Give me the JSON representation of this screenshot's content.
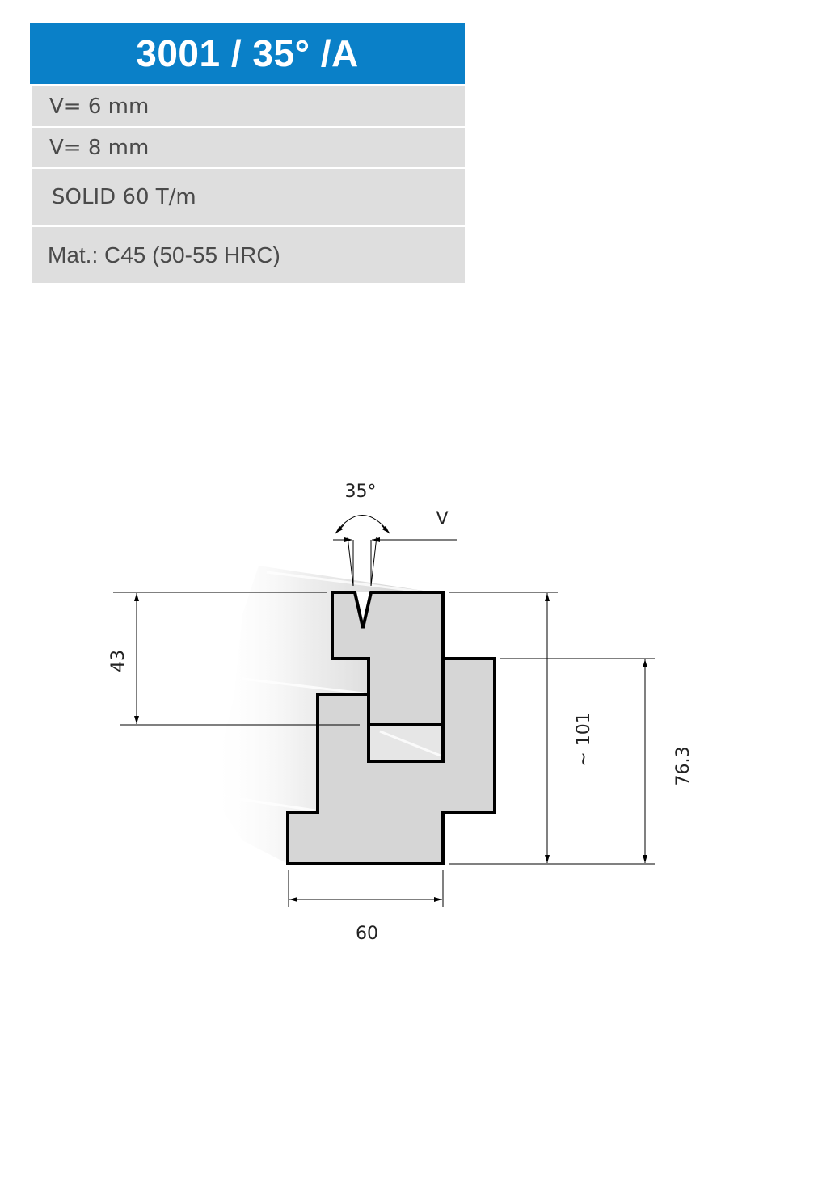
{
  "spec": {
    "title": "3001 / 35° /A",
    "v6": "V= 6 mm",
    "v8": "V= 8 mm",
    "solid": "SOLID  60 T/m",
    "material": "Mat.: C45 (50-55 HRC)"
  },
  "drawing": {
    "angle_label": "35°",
    "v_label": "V",
    "dim_43": "43",
    "dim_101": "~ 101",
    "dim_76_3": "76.3",
    "dim_60": "60"
  },
  "colors": {
    "title_bg": "#0a80c8",
    "row_bg": "#dedede",
    "profile_fill": "#d6d6d6",
    "profile_stroke": "#000000"
  }
}
